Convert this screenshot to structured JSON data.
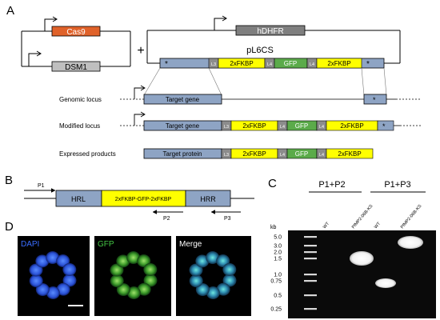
{
  "panels": {
    "A": "A",
    "B": "B",
    "C": "C",
    "D": "D"
  },
  "panelA": {
    "cas9": "Cas9",
    "dsm1": "DSM1",
    "plus": "+",
    "hdhfr": "hDHFR",
    "plasmid": "pL6CS",
    "star": "*",
    "segments": {
      "l3": "L3",
      "fkbp": "2xFKBP",
      "l4": "L4",
      "gfp": "GFP"
    },
    "genomic_label": "Genomic locus",
    "modified_label": "Modified locus",
    "expressed_label": "Expressed products",
    "target_gene": "Target gene",
    "target_protein": "Target protein"
  },
  "panelB": {
    "p1": "P1",
    "p2": "P2",
    "p3": "P3",
    "hrl": "HRL",
    "hrr": "HRR",
    "insert": "2xFKBP-GFP-2xFKBP"
  },
  "panelC": {
    "p1p2": "P1+P2",
    "p1p3": "P1+P3",
    "kb": "kb",
    "markers": [
      "5.0",
      "3.0",
      "2.0",
      "1.5",
      "1.0",
      "0.75",
      "0.5",
      "0.25"
    ],
    "lanes": [
      "WT",
      "PfMP2-06B-KS",
      "WT",
      "PfMP2-06B-KS"
    ]
  },
  "panelD": {
    "dapi": "DAPI",
    "gfp": "GFP",
    "merge": "Merge"
  },
  "colors": {
    "cas9": "#e0622a",
    "dsm1": "#bfbfbf",
    "hdhfr": "#7f7f7f",
    "blue_box": "#8ea4c4",
    "yellow": "#ffff00",
    "green": "#5bab4a",
    "grey_linker": "#8c8c8c"
  }
}
